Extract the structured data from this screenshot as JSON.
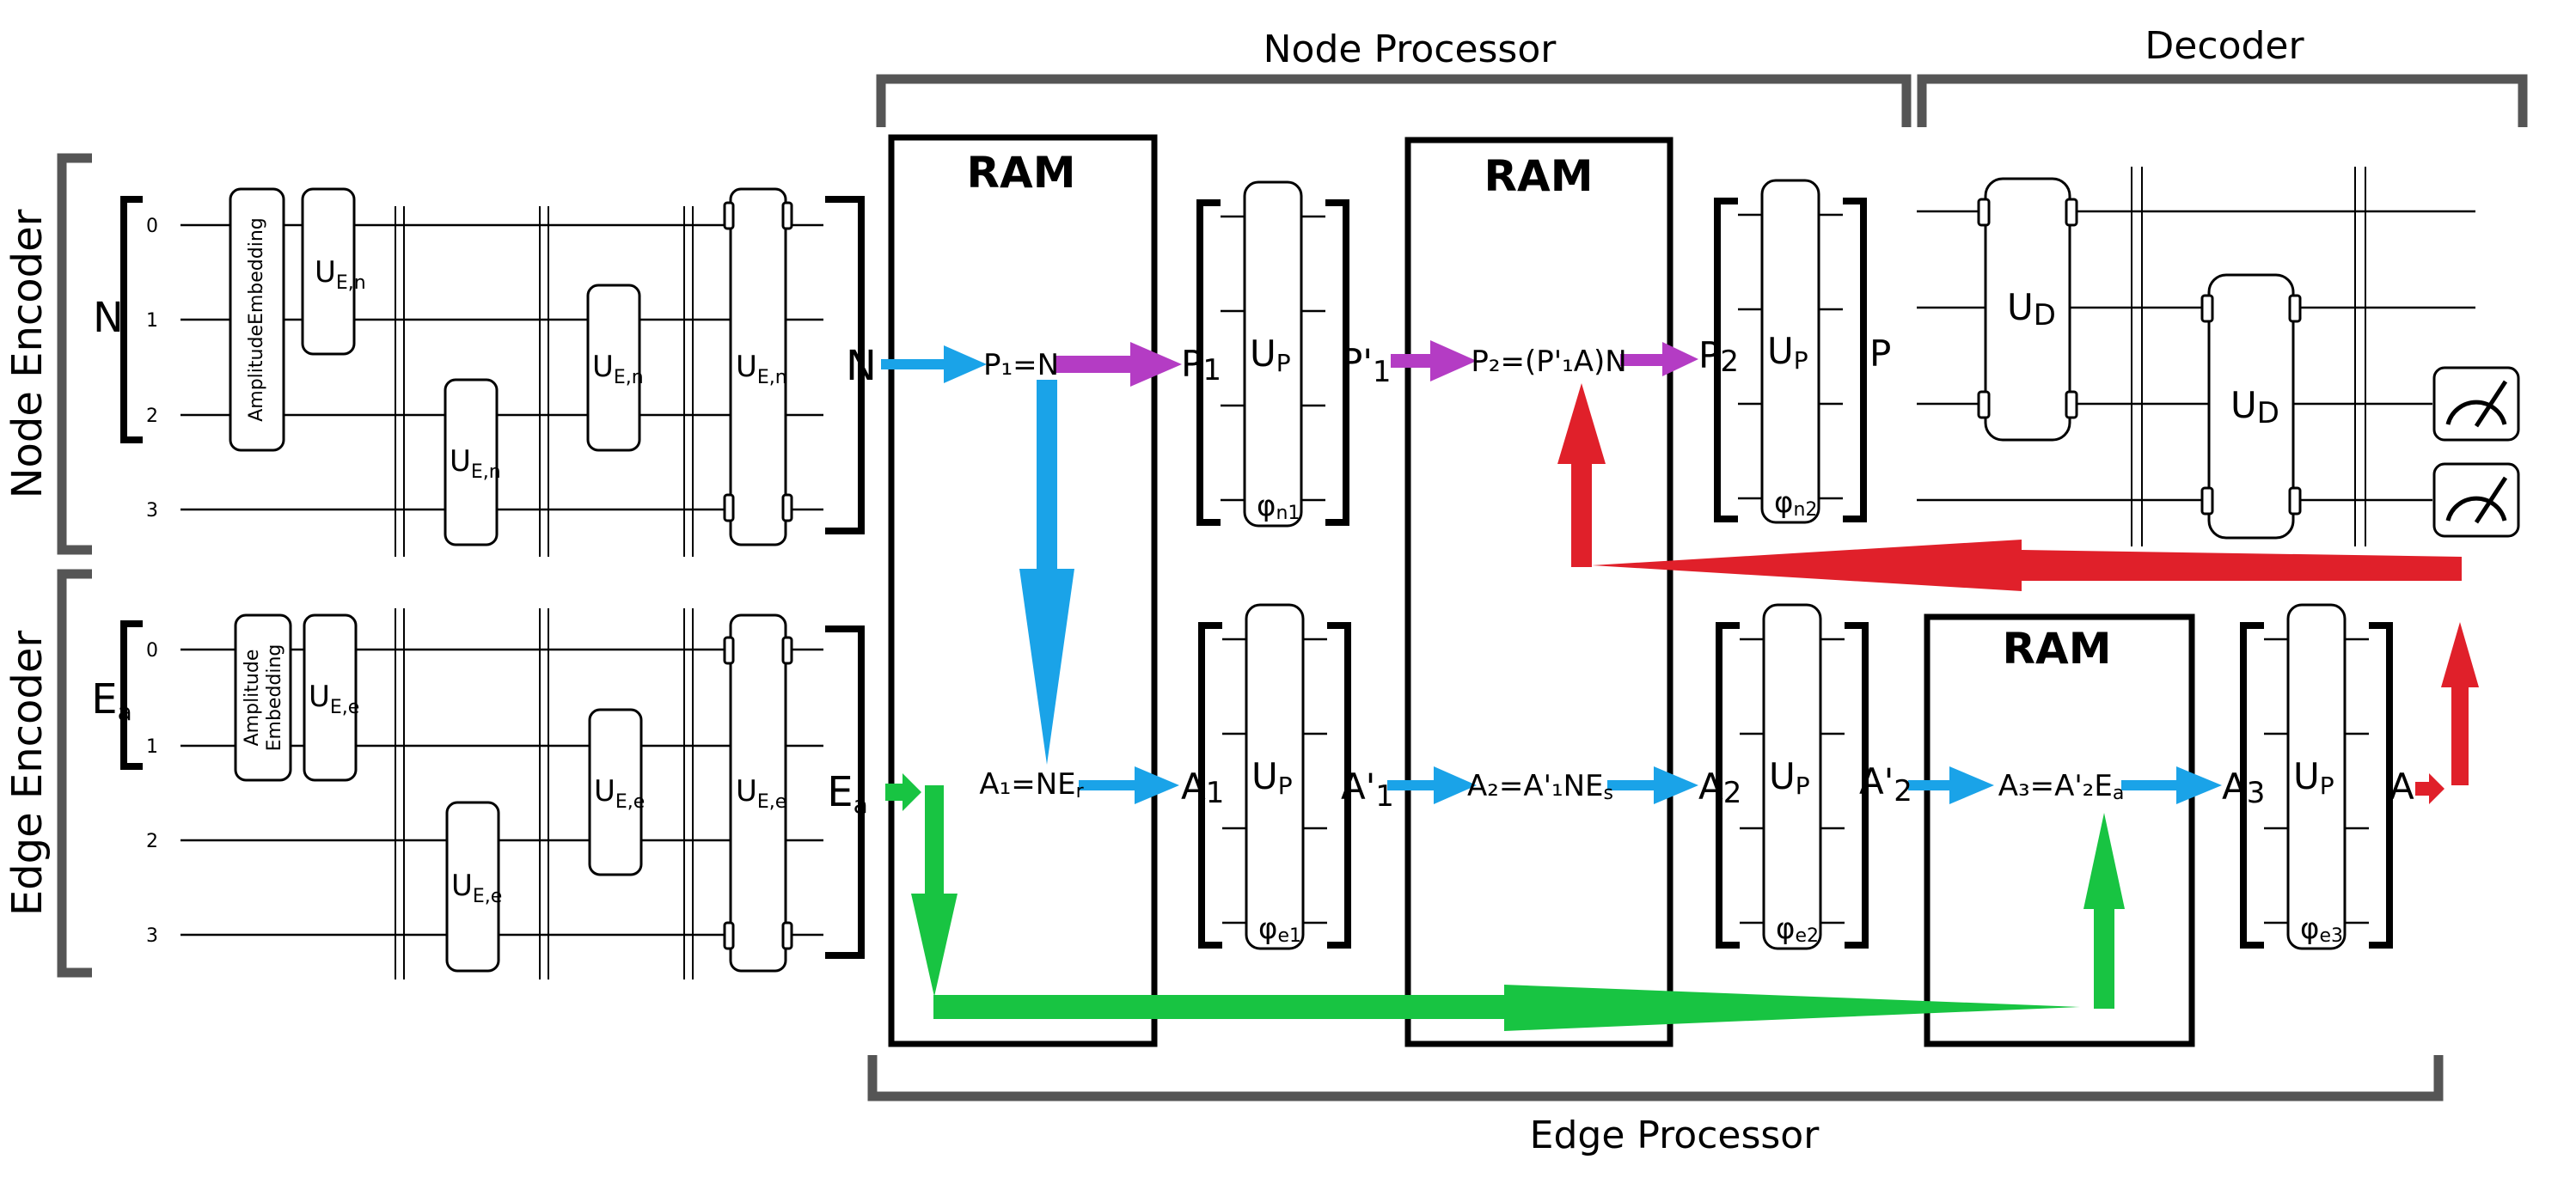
{
  "colors": {
    "blue": "#1aa3e8",
    "purple": "#b43cc4",
    "green": "#18c442",
    "red": "#e0202a",
    "bracket_gray": "#555555"
  },
  "sections": {
    "node_processor": "Node Processor",
    "decoder": "Decoder",
    "node_encoder": "Node Encoder",
    "edge_encoder": "Edge Encoder",
    "edge_processor": "Edge Processor"
  },
  "ram_label": "RAM",
  "node_encoder": {
    "input": "N",
    "qubits": [
      "0",
      "1",
      "2",
      "3"
    ],
    "embedding": "AmplitudeEmbedding",
    "gates": [
      "U",
      "E,n"
    ],
    "output": "N"
  },
  "edge_encoder": {
    "input_main": "E",
    "input_sub": "a",
    "qubits": [
      "0",
      "1",
      "2",
      "3"
    ],
    "embedding_line1": "Amplitude",
    "embedding_line2": "Embedding",
    "gates": [
      "U",
      "E,e"
    ],
    "output_main": "E",
    "output_sub": "a"
  },
  "node_processor": {
    "eq1": "P₁=N",
    "p1": "P",
    "p1_sub": "1",
    "up1": "U",
    "up1_sub": "P",
    "phi1": "φ",
    "phi1_sub": "n1",
    "p1prime": "P'",
    "p1prime_sub": "1",
    "eq2": "P₂=(P'₁A)N",
    "p2": "P",
    "p2_sub": "2",
    "up2": "U",
    "up2_sub": "P",
    "phi2": "φ",
    "phi2_sub": "n2",
    "p_out": "P"
  },
  "edge_processor": {
    "eq1": "A₁=NE",
    "eq1_sub": "r",
    "a1": "A",
    "a1_sub": "1",
    "up1": "U",
    "up1_sub": "P",
    "phi1": "φ",
    "phi1_sub": "e1",
    "a1prime": "A'",
    "a1prime_sub": "1",
    "eq2": "A₂=A'₁NE",
    "eq2_sub": "s",
    "a2": "A",
    "a2_sub": "2",
    "up2": "U",
    "up2_sub": "P",
    "phi2": "φ",
    "phi2_sub": "e2",
    "a2prime": "A'",
    "a2prime_sub": "2",
    "eq3": "A₃=A'₂E",
    "eq3_sub": "a",
    "a3": "A",
    "a3_sub": "3",
    "up3": "U",
    "up3_sub": "P",
    "phi3": "φ",
    "phi3_sub": "e3",
    "a_out": "A"
  },
  "decoder": {
    "gate": "U",
    "gate_sub": "D",
    "meter_icon": "measurement-meter-icon"
  }
}
